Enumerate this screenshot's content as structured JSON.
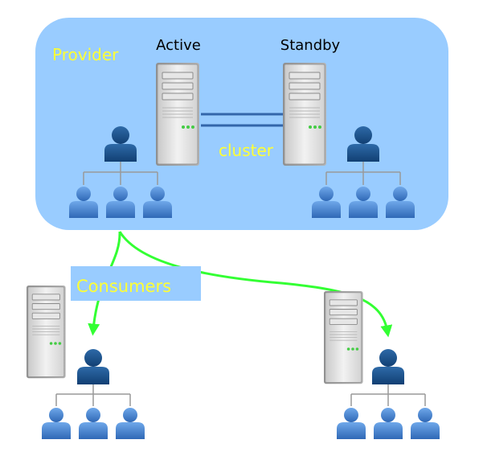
{
  "labels": {
    "provider": "Provider",
    "active": "Active",
    "standby": "Standby",
    "cluster": "cluster",
    "consumers": "Consumers"
  },
  "colors": {
    "provider_box": "#99ccff",
    "consumers_box": "#99ccff",
    "yellow_text": "#ffff33",
    "arrow": "#33ff33",
    "cluster_line": "#3366aa",
    "admin_user": "#1a4f8c",
    "user": "#3f7fd0",
    "tree_line": "#999999"
  },
  "icons": {
    "server": "server-icon",
    "admin": "admin-user-icon",
    "user": "user-icon"
  }
}
